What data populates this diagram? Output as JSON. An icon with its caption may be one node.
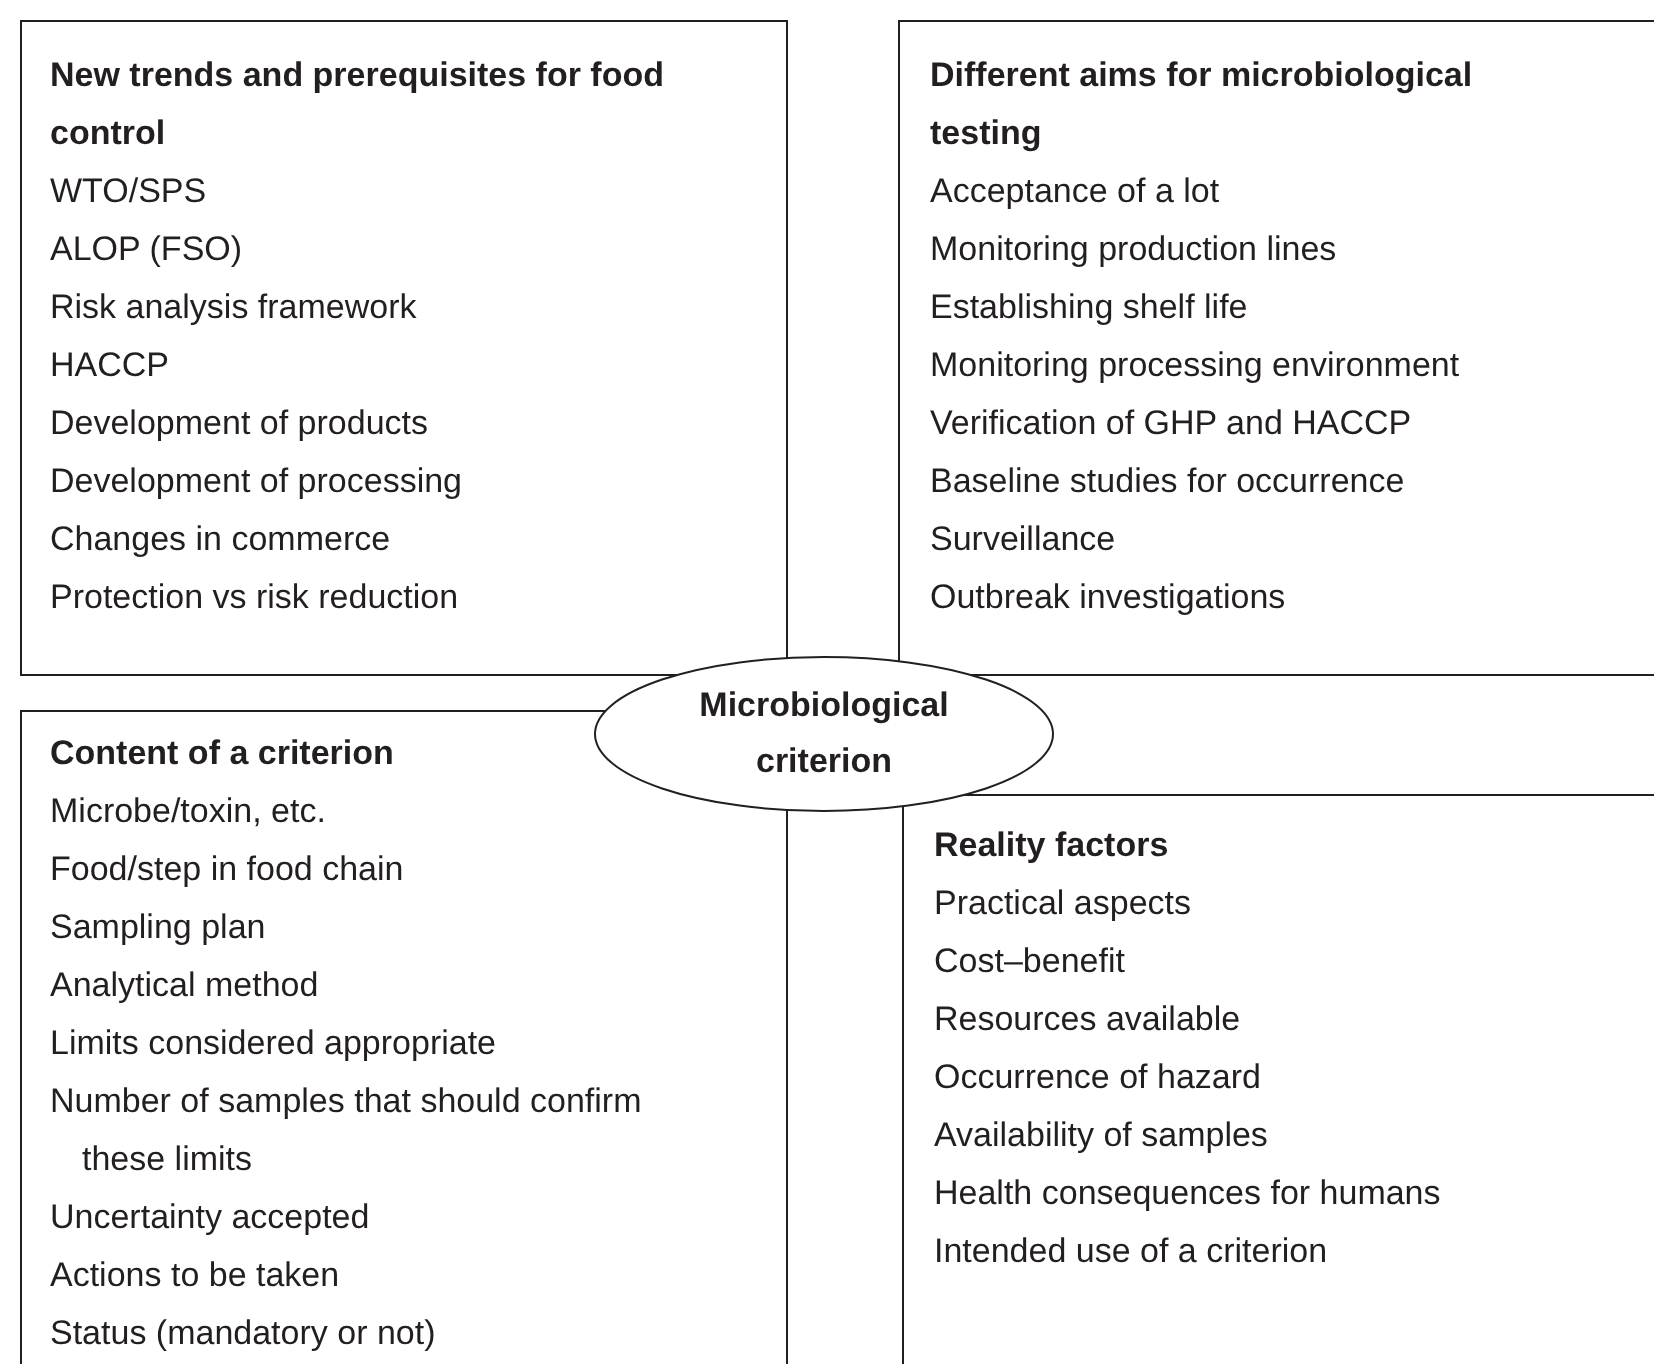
{
  "diagram": {
    "nodes": [
      {
        "text": [
          "New trends and prerequisites for food control",
          "WTO/SPS",
          "ALOP (FSO)",
          "Risk analysis framework",
          "HACCP",
          "Development of products",
          "Development of processing",
          "Changes in commerce",
          "Protection vs risk reduction"
        ]
      },
      {
        "text": [
          "Different aims for microbiological testing",
          "Acceptance of a lot",
          "Monitoring production lines",
          "Establishing shelf life",
          "Monitoring processing environment",
          "Verification of GHP and HACCP",
          "Baseline studies for occurrence",
          "Surveillance",
          "Outbreak investigations"
        ]
      },
      {
        "text": [
          "Content of a criterion",
          "Microbe/toxin, etc.",
          "Food/step in food chain",
          "Sampling plan",
          "Analytical method",
          "Limits considered appropriate",
          "Number of samples that should confirm these limits",
          "Uncertainty accepted",
          "Actions to be taken",
          "Status (mandatory or not)"
        ]
      },
      {
        "text": [
          "Reality factors",
          "Practical aspects",
          "Cost–benefit",
          "Resources available",
          "Occurrence of hazard",
          "Availability of samples",
          "Health consequences for humans",
          "Intended use of a criterion"
        ]
      },
      {
        "text": [
          "Microbiological criterion"
        ]
      }
    ]
  }
}
